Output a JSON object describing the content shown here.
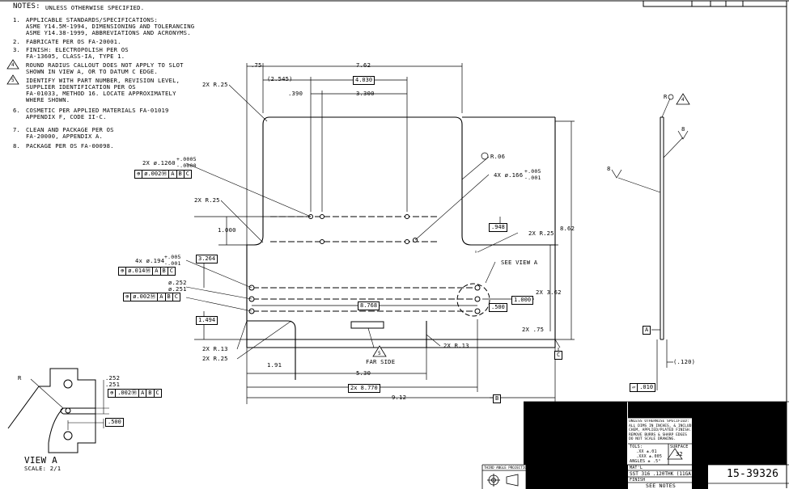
{
  "notes": {
    "header": "NOTES:",
    "subheader": "UNLESS OTHERWISE SPECIFIED.",
    "items": [
      {
        "num": "1.",
        "lines": [
          "APPLICABLE STANDARDS/SPECIFICATIONS:",
          "ASME Y14.5M-1994, DIMENSIONING AND TOLERANCING",
          "ASME Y14.38-1999, ABBREVIATIONS AND ACRONYMS."
        ]
      },
      {
        "num": "2.",
        "lines": [
          "FABRICATE PER OS FA-20001."
        ]
      },
      {
        "num": "3.",
        "lines": [
          "FINISH: ELECTROPOLISH PER OS",
          "FA-13605, CLASS-IA, TYPE 1."
        ]
      },
      {
        "num": "4",
        "lines": [
          "ROUND RADIUS CALLOUT DOES NOT APPLY TO SLOT",
          "SHOWN  IN VIEW A, OR TO DATUM C EDGE."
        ]
      },
      {
        "num": "5",
        "lines": [
          "IDENTIFY WITH PART NUMBER, REVISION LEVEL,",
          "SUPPLIER IDENTIFICATION PER OS",
          "FA-01033, METHOD 16. LOCATE APPROXIMATELY",
          "WHERE SHOWN."
        ]
      },
      {
        "num": "6.",
        "lines": [
          "COSMETIC PER APPLIED MATERIALS FA-01019",
          "APPENDIX F, CODE II-C."
        ]
      },
      {
        "num": "7.",
        "lines": [
          "CLEAN AND PACKAGE PER OS",
          "FA-20000, APPENDIX A."
        ]
      },
      {
        "num": "8.",
        "lines": [
          "PACKAGE PER OS FA-00098."
        ]
      }
    ]
  },
  "dims": {
    "d075_top": ".75",
    "d762": "7.62",
    "d2545": "(2.545)",
    "d4030": "4.030",
    "d390": ".390",
    "d3300": "3.300",
    "r25_a": "2X R.25",
    "hole1260": "2X ø.1260",
    "hole1260_tol_p": "+.0005",
    "hole1260_tol_m": "-.0000",
    "fcf1": [
      "⊕",
      "ø.002Ⓜ",
      "A",
      "B",
      "C"
    ],
    "r06": "R.06",
    "hole166": "4X ø.166",
    "hole166_tol_p": "+.005",
    "hole166_tol_m": "-.001",
    "r25_b": "2X R.25",
    "d1000a": "1.000",
    "d948": ".948",
    "r25_c": "2X R.25",
    "d862": "8.62",
    "d3264": "3.264",
    "hole194": "4x ø.194",
    "hole194_tol_p": "+.005",
    "hole194_tol_m": "-.001",
    "fcf2": [
      "⊕",
      "ø.014Ⓜ",
      "A",
      "B",
      "C"
    ],
    "see_view_a": "SEE VIEW A",
    "d252": "ø.252",
    "d251": "ø.251",
    "fcf3": [
      "⊕",
      "ø.002Ⓜ",
      "A",
      "B",
      "C"
    ],
    "d8768": "8.768",
    "d1000b": "1.000",
    "d500": ".500",
    "d362": "2X  3.62",
    "d1494": "1.494",
    "d75b": "2X  .75",
    "r13a": "2X R.13",
    "r25_d": "2X R.25",
    "far_side": "FAR SIDE",
    "far_side_note": "5",
    "r13b": "2X R.13",
    "d191": "1.91",
    "d530": "5.30",
    "d8770": "2x 8.770",
    "d912": "9.12",
    "datum_a": "A",
    "datum_b": "B",
    "datum_c": "C",
    "side_r4": "R",
    "side_note4": "4",
    "side_finish8a": "8",
    "side_finish8b": "8",
    "d120": "(.120)",
    "flat": "▱",
    "flat_val": ".010"
  },
  "view_a": {
    "title": "VIEW A",
    "scale": "SCALE: 2/1",
    "r": "R",
    "d252": ".252",
    "d251": ".251",
    "fcf": [
      "⊕",
      ".002Ⓜ",
      "A",
      "B",
      "C"
    ],
    "d500": ".500"
  },
  "title_block": {
    "tol_lines": [
      "UNLESS OTHERWISE SPECIFIED:",
      "ALL DIMS IN INCHES, & INCLUDE",
      "CHEM, APPLIED/PLATED FINISH.",
      "REMOVE BURRS & SHARP EDGES",
      "DO NOT SCALE DRAWING."
    ],
    "tols": "TOLS:",
    "tol_xx": ".XX  ±.01",
    "tol_xxx": ".XXX  ±.005",
    "tol_ang": "ANGLES  ± .5°",
    "surface": "SURFACE",
    "surface_val": "32",
    "matl_label": "MAT'L",
    "matl": "SST 316 .120THK (11GA)",
    "finish_label": "FINISH",
    "finish": "SEE NOTES",
    "third_angle": "THIRD ANGLE PROJECTION",
    "dwg_no": "15-39326"
  }
}
